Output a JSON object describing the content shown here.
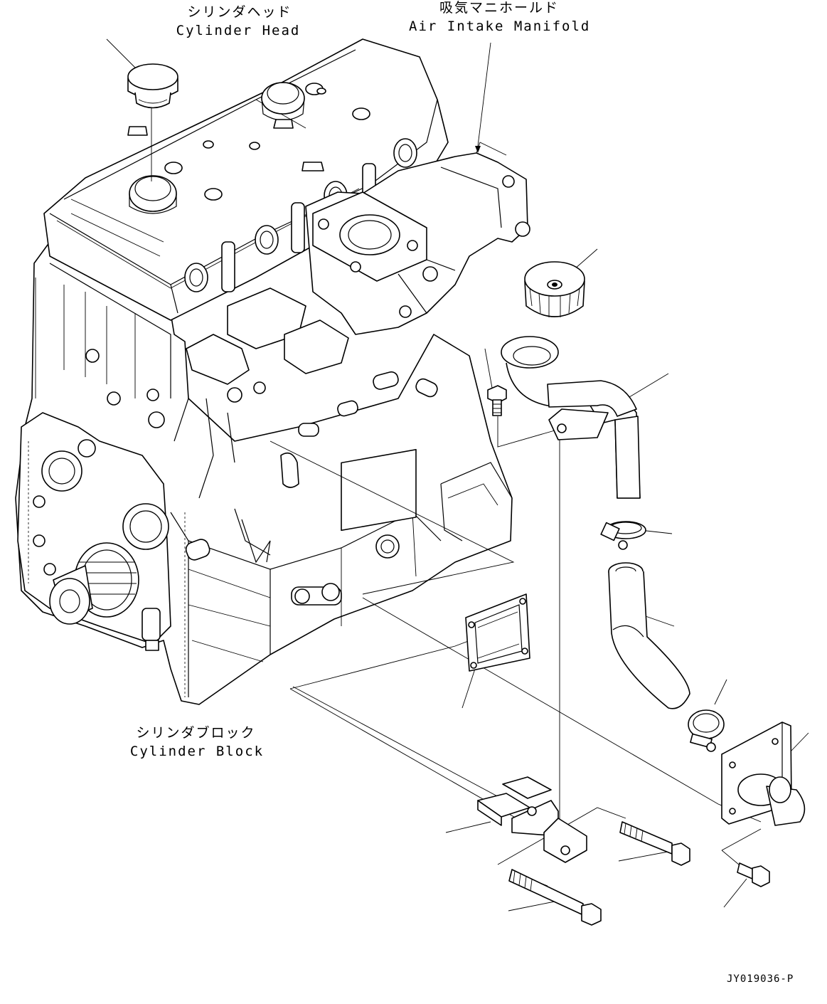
{
  "labels": {
    "cylinder_head_jp": "シリンダヘッド",
    "cylinder_head_en": "Cylinder Head",
    "manifold_jp": "吸気マニホールド",
    "manifold_en": "Air Intake Manifold",
    "cylinder_block_jp": "シリンダブロック",
    "cylinder_block_en": "Cylinder Block"
  },
  "drawing_code": "JY019036-P",
  "colors": {
    "line": "#000000",
    "background": "#ffffff"
  }
}
